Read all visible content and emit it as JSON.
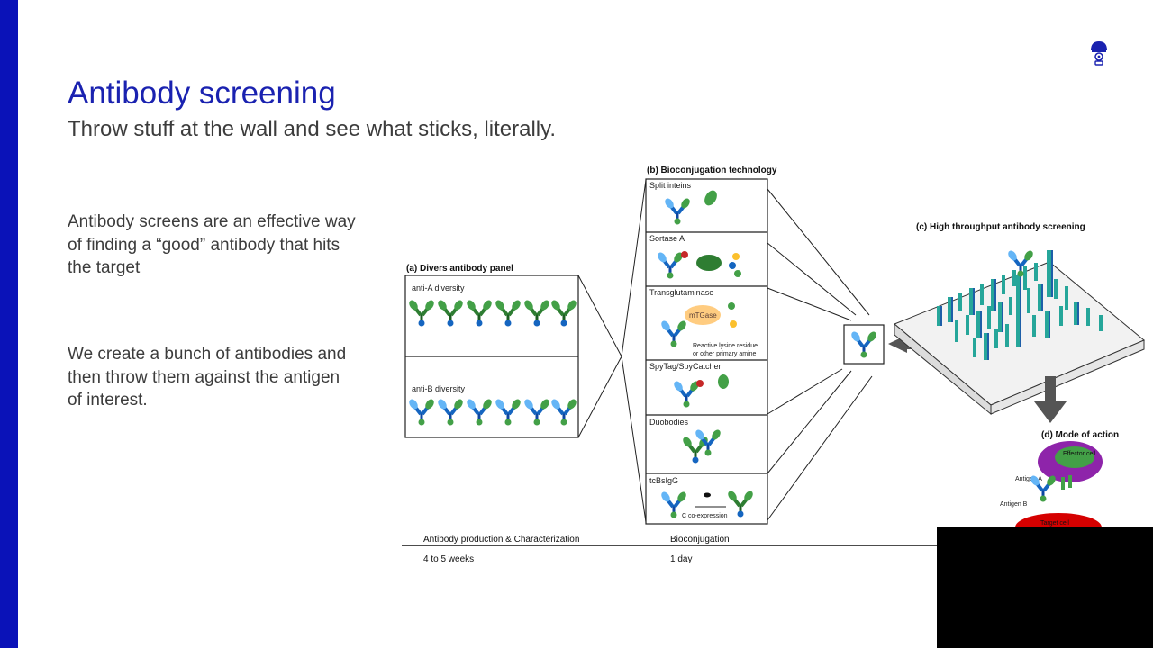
{
  "slide": {
    "title": "Antibody screening",
    "subtitle": "Throw stuff at the wall and see what sticks, literally.",
    "paragraphs": [
      "Antibody screens are an effective way of finding a “good” antibody that hits the target",
      "We create a bunch of antibodies and then throw them against the antigen of interest."
    ],
    "accent_color": "#0a12b8"
  },
  "figure": {
    "panel_a": {
      "title": "(a) Divers antibody panel",
      "rows": [
        "anti-A diversity",
        "anti-B diversity"
      ]
    },
    "panel_b": {
      "title": "(b) Bioconjugation technology",
      "methods": [
        "Split inteins",
        "Sortase A",
        "Transglutaminase",
        "SpyTag/SpyCatcher",
        "Duobodies",
        "tcBsIgG"
      ],
      "mtgase_label": "mTGase",
      "lysine_note_1": "Reactive lysine residue",
      "lysine_note_2": "or other primary amine",
      "coexpression_label": "C  co-expression"
    },
    "panel_c": {
      "title": "(c) High throughput antibody screening"
    },
    "panel_d": {
      "title": "(d) Mode of action",
      "effector_label": "Effector cell",
      "antigen_a": "Antigen A",
      "antigen_b": "Antigen B",
      "target_cell": "Target cell"
    },
    "timeline": {
      "stage1": "Antibody production & Characterization",
      "duration1": "4 to 5 weeks",
      "stage2": "Bioconjugation",
      "duration2": "1 day"
    }
  },
  "icons": {
    "logo": "robot-mascot-icon"
  }
}
